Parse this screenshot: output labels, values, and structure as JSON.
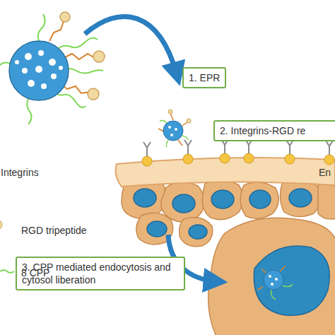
{
  "diagram": {
    "nodes": [
      {
        "text": [
          "1. EPR"
        ]
      },
      {
        "text": [
          "2. Integrins-RGD re"
        ]
      },
      {
        "text": [
          "3. CPP mediated endocytosis and cytosol liberation"
        ]
      }
    ],
    "labels": [
      "En"
    ],
    "legend": [
      {
        "text": "Integrins"
      },
      {
        "text": "RGD tripeptide"
      },
      {
        "text": "8 CPP"
      }
    ]
  }
}
